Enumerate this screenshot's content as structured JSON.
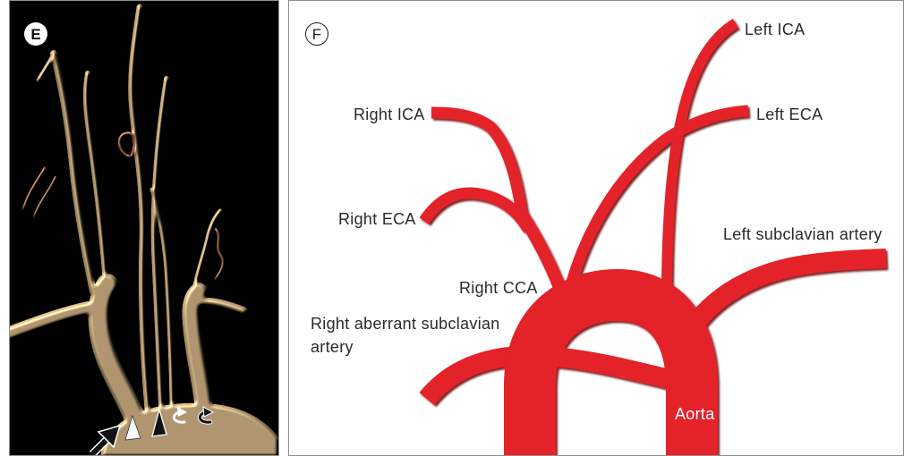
{
  "figure": {
    "panel_e": {
      "label": "E",
      "colors": {
        "background": "#000000",
        "vessel": "#e2bf8b",
        "small_vessel": "#b06a4a"
      },
      "markers": [
        {
          "icon": "arrow-icon",
          "color": "#111111"
        },
        {
          "icon": "arrowhead-icon",
          "color": "#ffffff"
        },
        {
          "icon": "arrowhead-icon",
          "color": "#111111"
        },
        {
          "icon": "curved-arrow-icon",
          "color": "#ffffff"
        },
        {
          "icon": "curved-arrow-icon",
          "color": "#111111"
        }
      ]
    },
    "panel_f": {
      "label": "F",
      "colors": {
        "vessel": "#e4202a",
        "vessel_shadow": "#6e1414",
        "label_text": "#2a2a2a",
        "aorta_text": "#ffffff"
      },
      "labels": {
        "left_ica": "Left ICA",
        "right_ica": "Right ICA",
        "left_eca": "Left ECA",
        "right_eca": "Right ECA",
        "left_subclavian_artery": "Left subclavian artery",
        "right_cca": "Right CCA",
        "right_aberrant_subclavian_artery": [
          "Right aberrant subclavian",
          "artery"
        ],
        "aorta": "Aorta"
      }
    }
  }
}
